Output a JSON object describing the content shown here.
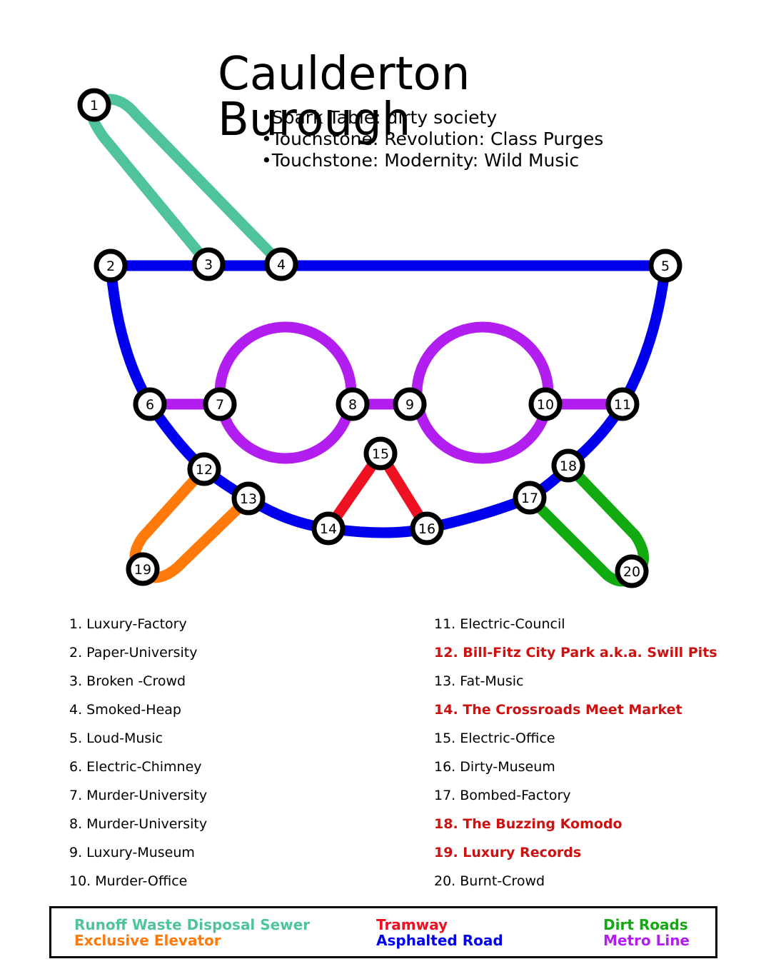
{
  "title": "Caulderton Burough",
  "bullets": [
    "Spark Table: dirty society",
    "Touchstone: Revolution: Class Purges",
    "Touchstone: Modernity:  Wild Music"
  ],
  "colors": {
    "sewer": "#4fc49b",
    "asphalt": "#0000ee",
    "metro": "#b31ef0",
    "tram": "#ee1122",
    "elevator": "#ff7a0a",
    "dirt": "#11aa11",
    "highlight": "#cc1111"
  },
  "stations": [
    "1",
    "2",
    "3",
    "4",
    "5",
    "6",
    "7",
    "8",
    "9",
    "10",
    "11",
    "12",
    "13",
    "14",
    "15",
    "16",
    "17",
    "18",
    "19",
    "20"
  ],
  "locations_left": [
    "1. Luxury-Factory",
    "2. Paper-University",
    "3. Broken -Crowd",
    "4. Smoked-Heap",
    "5. Loud-Music",
    "6. Electric-Chimney",
    "7. Murder-University",
    "8. Murder-University",
    "9. Luxury-Museum",
    "10. Murder-Office"
  ],
  "locations_right": [
    "11. Electric-Council",
    "12.  Bill-Fitz City Park a.k.a. Swill Pits",
    "13. Fat-Music",
    "14.  The Crossroads Meet Market",
    "15. Electric-Office",
    "16. Dirty-Museum",
    "17. Bombed-Factory",
    "18.  The Buzzing Komodo",
    "19.  Luxury Records",
    "20. Burnt-Crowd"
  ],
  "highlighted_locations": [
    "12",
    "14",
    "18",
    "19"
  ],
  "key": {
    "sewer": "Runoff  Waste Disposal Sewer",
    "elevator": "Exclusive Elevator",
    "tram": "Tramway",
    "asphalt": "Asphalted Road",
    "dirt": "Dirt Roads",
    "metro": "Metro Line"
  }
}
